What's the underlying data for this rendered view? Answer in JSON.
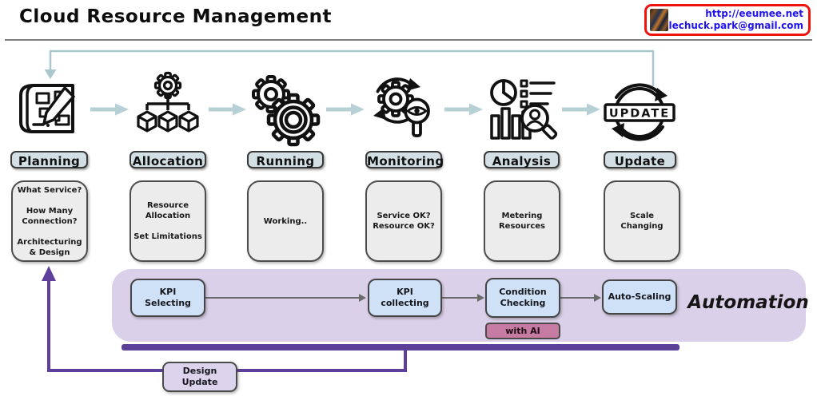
{
  "header": {
    "title": "Cloud Resource Management",
    "badge": {
      "url": "http://eeumee.net",
      "email": "lechuck.park@gmail.com",
      "thumbnail": "artwork-thumbnail"
    }
  },
  "flow": {
    "stages": [
      {
        "label": "Planning",
        "icon": "blueprint-pencil-icon",
        "note": "What Service?\n\nHow Many\nConnection?\n\nArchitecturing\n& Design"
      },
      {
        "label": "Allocation",
        "icon": "gear-cubes-icon",
        "note": "Resource\nAllocation\n\nSet Limitations"
      },
      {
        "label": "Running",
        "icon": "gears-icon",
        "note": "Working.."
      },
      {
        "label": "Monitoring",
        "icon": "gear-magnifier-eye-icon",
        "note": "Service OK?\nResource OK?"
      },
      {
        "label": "Analysis",
        "icon": "charts-magnifier-person-icon",
        "note": "Metering\nResources"
      },
      {
        "label": "Update",
        "icon": "update-cycle-icon",
        "note": "Scale\nChanging"
      }
    ]
  },
  "automation": {
    "title": "Automation",
    "steps": [
      {
        "label": "KPI\nSelecting"
      },
      {
        "label": "KPI\ncollecting"
      },
      {
        "label": "Condition\nChecking",
        "badge": "with AI"
      },
      {
        "label": "Auto-Scaling"
      }
    ]
  },
  "feedback_loop": {
    "design_update_label": "Design\nUpdate"
  },
  "update_icon_banner": "UPDATE",
  "colors": {
    "badge_border": "#ef1310",
    "link_blue": "#2014ea",
    "stage_pill_fill": "#d2dfe4",
    "description_fill": "#ececec",
    "flow_arrow": "#b7d0d5",
    "feedback_line": "#a9c7cd",
    "automation_band": "#dbd0e9",
    "kpi_box_fill": "#cfe1f7",
    "with_ai_fill": "#c57ba2",
    "automation_bar": "#5c4199",
    "design_update_line": "#5e3f9c",
    "design_update_fill": "#dcd3ed"
  }
}
